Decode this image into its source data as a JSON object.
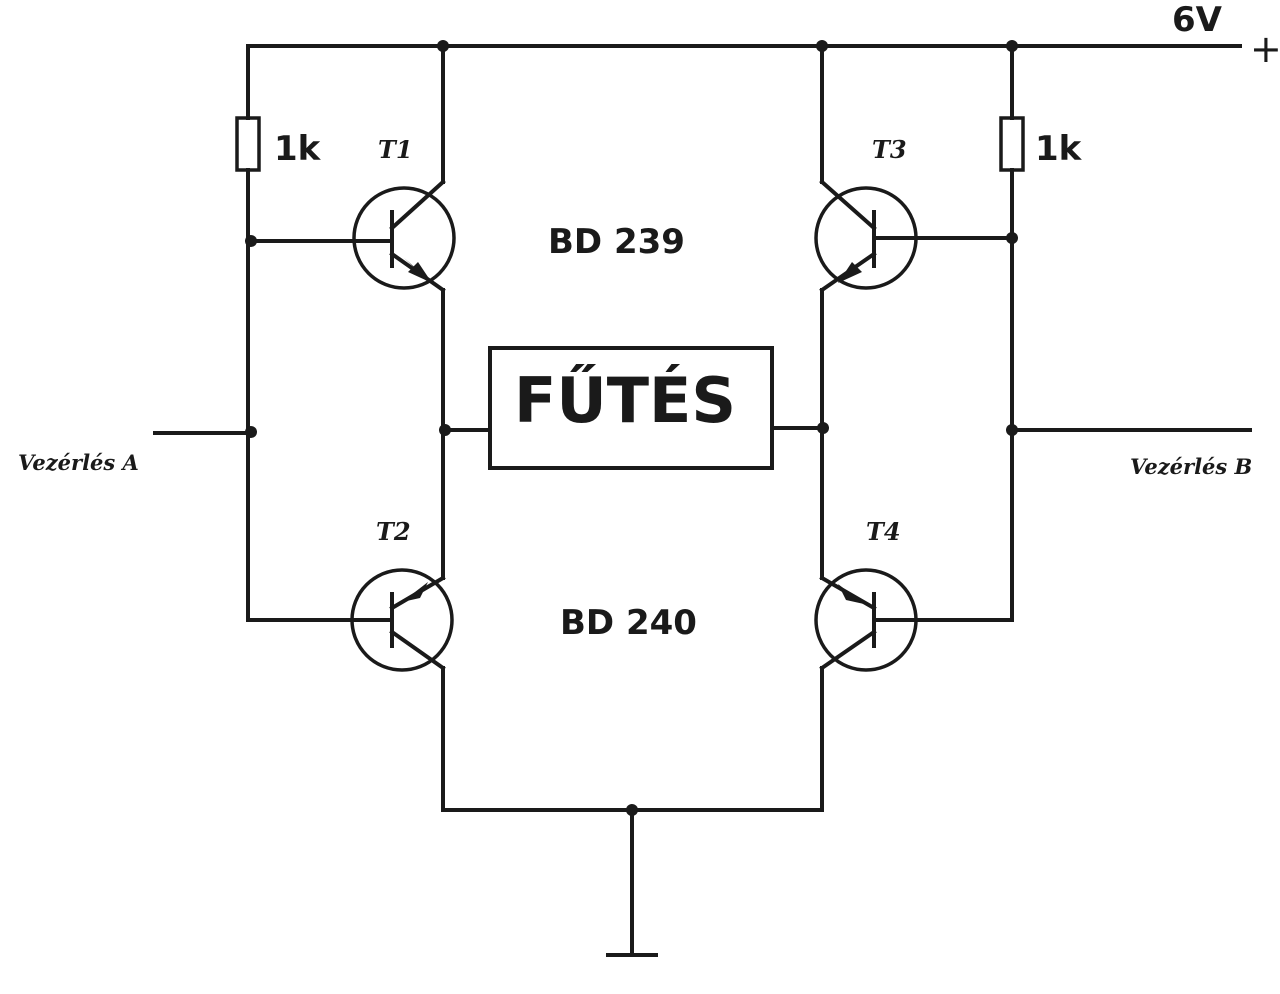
{
  "supply": {
    "voltage": "6V",
    "polarity": "+"
  },
  "resistors": [
    {
      "id": "R-left",
      "value": "1k"
    },
    {
      "id": "R-right",
      "value": "1k"
    }
  ],
  "transistors": {
    "t1": "T1",
    "t2": "T2",
    "t3": "T3",
    "t4": "T4"
  },
  "part_numbers": {
    "upper": "BD 239",
    "lower": "BD 240"
  },
  "load": {
    "label": "FŰTÉS"
  },
  "inputs": {
    "left": "Vezérlés A",
    "right": "Vezérlés B"
  }
}
